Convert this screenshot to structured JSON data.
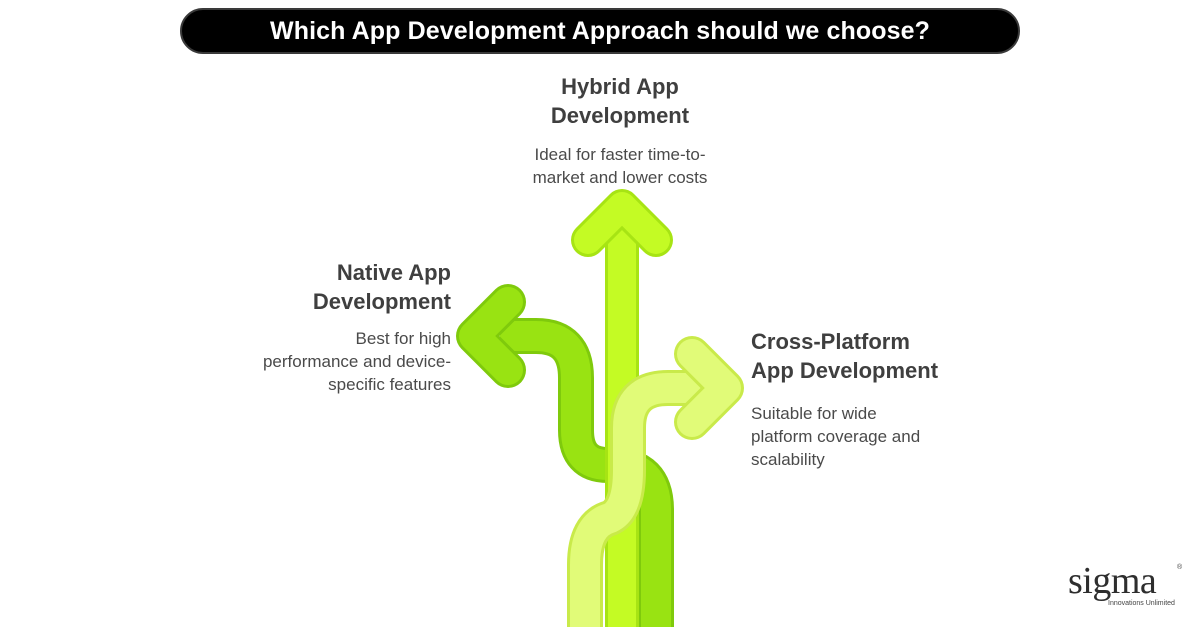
{
  "title": "Which App Development Approach should we choose?",
  "options": {
    "hybrid": {
      "heading_line1": "Hybrid App",
      "heading_line2": "Development",
      "desc_line1": "Ideal for faster time-to-",
      "desc_line2": "market and lower costs"
    },
    "native": {
      "heading_line1": "Native App",
      "heading_line2": "Development",
      "desc_line1": "Best for high",
      "desc_line2": "performance and device-",
      "desc_line3": "specific features"
    },
    "cross_platform": {
      "heading_line1": "Cross-Platform",
      "heading_line2": "App Development",
      "desc_line1": "Suitable for wide",
      "desc_line2": "platform coverage and",
      "desc_line3": "scalability"
    }
  },
  "logo": {
    "wordmark": "sigma",
    "tagline": "Innovations Unlimited",
    "mark": "®"
  },
  "colors": {
    "title_bg": "#000000",
    "title_text": "#ffffff",
    "native_arrow": "#99e312",
    "hybrid_arrow": "#c4fb24",
    "cross_arrow": "#e1fb78",
    "heading_text": "#3f3f3f",
    "desc_text": "#4a4a4a"
  }
}
